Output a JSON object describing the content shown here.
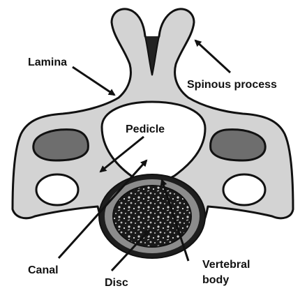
{
  "labels": {
    "lamina": "Lamina",
    "spinous_process": "Spinous process",
    "pedicle": "Pedicle",
    "canal": "Canal",
    "disc": "Disc",
    "vertebral_body_line1": "Vertebral",
    "vertebral_body_line2": "body"
  },
  "colors": {
    "bone": "#d3d3d3",
    "outline": "#111111",
    "dark_fill": "#222222",
    "facet": "#6e6e6e",
    "disc_rim": "#8c8c8c",
    "canal": "#ffffff"
  }
}
